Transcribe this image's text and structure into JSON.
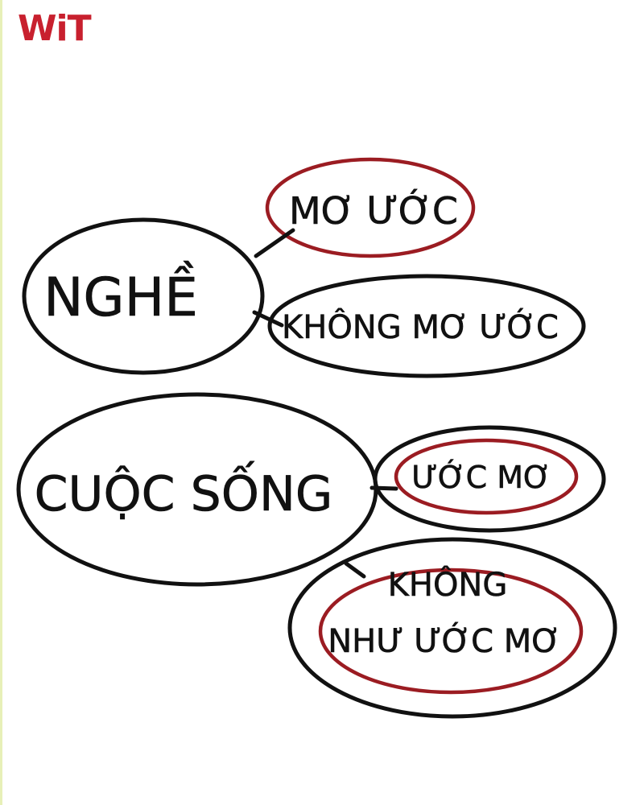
{
  "logo": {
    "text": "WiT",
    "color": "#c8202e"
  },
  "colors": {
    "ink": "#111111",
    "highlight": "#9b1c22"
  },
  "diagram": {
    "nghe": {
      "label": "NGHỀ",
      "branches": [
        "MƠ ƯỚC",
        "KHÔNG MƠ ƯỚC"
      ]
    },
    "cuoc_song": {
      "label": "CUỘC SỐNG",
      "branches": [
        "ƯỚC MƠ",
        "KHÔNG",
        "NHƯ ƯỚC MƠ"
      ]
    }
  }
}
